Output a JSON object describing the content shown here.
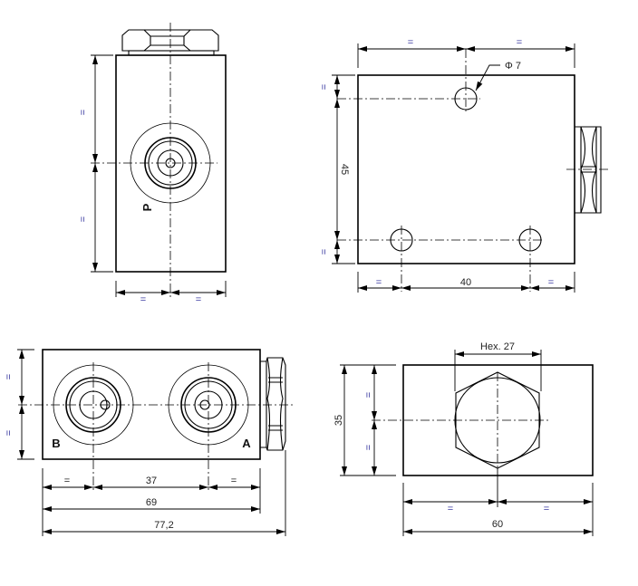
{
  "labels": {
    "equal": "=",
    "port_p": "P",
    "port_a": "A",
    "port_b": "B",
    "hole_diameter": "Φ 7",
    "height_45": "45",
    "hole_spacing_40": "40",
    "port_spacing_37": "37",
    "body_length_69": "69",
    "overall_length_77_2": "77,2",
    "hex_size": "Hex. 27",
    "height_35": "35",
    "width_60": "60"
  },
  "colors": {
    "line": "#000000",
    "equal_mark": "#3a3aa0"
  }
}
